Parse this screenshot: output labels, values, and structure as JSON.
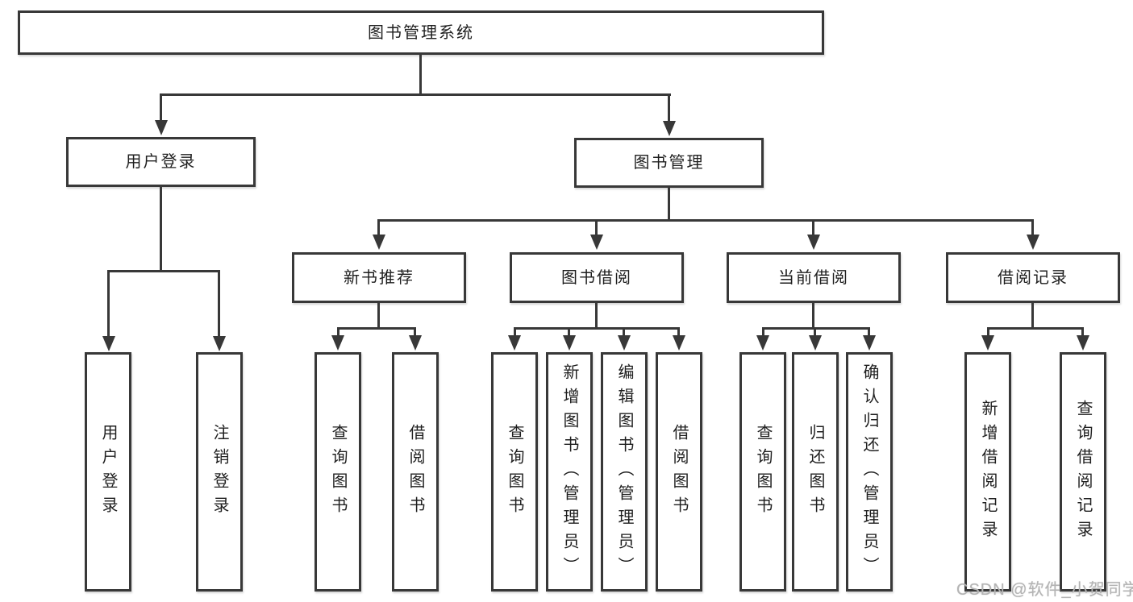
{
  "tree": {
    "root": {
      "label": "图书管理系统"
    },
    "children": [
      {
        "label": "用户登录",
        "children": [
          {
            "label": "用户登录"
          },
          {
            "label": "注销登录"
          }
        ]
      },
      {
        "label": "图书管理",
        "children": [
          {
            "label": "新书推荐",
            "children": [
              {
                "label": "查询图书"
              },
              {
                "label": "借阅图书"
              }
            ]
          },
          {
            "label": "图书借阅",
            "children": [
              {
                "label": "查询图书"
              },
              {
                "label": "新增图书（管理员）"
              },
              {
                "label": "编辑图书（管理员）"
              },
              {
                "label": "借阅图书"
              }
            ]
          },
          {
            "label": "当前借阅",
            "children": [
              {
                "label": "查询图书"
              },
              {
                "label": "归还图书"
              },
              {
                "label": "确认归还（管理员）"
              }
            ]
          },
          {
            "label": "借阅记录",
            "children": [
              {
                "label": "新增借阅记录"
              },
              {
                "label": "查询借阅记录"
              }
            ]
          }
        ]
      }
    ]
  },
  "watermark": {
    "text": "CSDN @软件_小贺同学"
  },
  "colors": {
    "line": "#383838",
    "text": "#1f1f1f",
    "watermark": "#b4b4b4",
    "background": "#ffffff"
  }
}
